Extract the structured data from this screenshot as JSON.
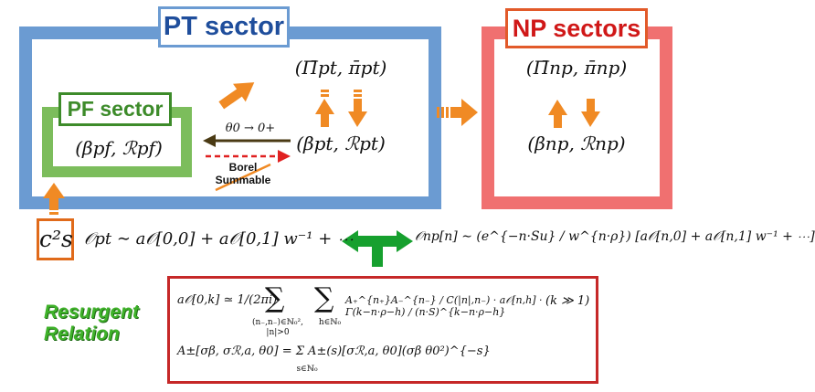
{
  "sectors": {
    "pt": {
      "title": "PT sector",
      "upper_pair": "(Π̄pt, π̄pt)",
      "lower_pair": "(βpt, ℛpt)"
    },
    "pf": {
      "title": "PF sector",
      "pair": "(βpf, ℛpf)"
    },
    "np": {
      "title": "NP sectors",
      "upper_pair": "(Π̄np, π̄np)",
      "lower_pair": "(βnp, ℛnp)"
    }
  },
  "arrows": {
    "theta_limit": "θ0 → 0+",
    "borel_line1": "Borel",
    "borel_line2": "Summable"
  },
  "cs2": "c²s",
  "equations": {
    "O_pt": "𝒪pt ∼ a𝒪[0,0] + a𝒪[0,1] w⁻¹ + ⋯",
    "O_np": "𝒪np[n] ∼ (e^{−n·Su} / w^{n·ρ}) [a𝒪[n,0] + a𝒪[n,1] w⁻¹ + ⋯]"
  },
  "resurgent": {
    "label_line1": "Resurgent",
    "label_line2": "Relation",
    "condition": "(k ≫ 1)",
    "eq1_lhs": "a𝒪[0,k] ≃ 1/(2πi)",
    "eq1_sum1": "(n₋,n₋)∈ℕ₀², |n|>0",
    "eq1_sum2": "h∈ℕ₀",
    "eq1_body": "A₊^{n₊}A₋^{n₋} / C(|n|,n₋) · a𝒪[n,h] · Γ(k−n·ρ−h) / (n·S)^{k−n·ρ−h}",
    "eq2": "A±[σβ, σℛ,a, θ0] = Σ A±(s)[σℛ,a, θ0](σβ θ0²)^{−s}",
    "eq2_sum": "s∈ℕ₀"
  },
  "colors": {
    "pt_border": "#6b9bd2",
    "pf_border": "#7cbd5c",
    "np_border": "#f07070",
    "orange": "#f08a24",
    "green_arrow": "#16a02e",
    "resurgent_border": "#c62828",
    "resurgent_text": "#3fb22a",
    "theta_arrow": "#4a3a14",
    "borel_arrow": "#e02020"
  }
}
